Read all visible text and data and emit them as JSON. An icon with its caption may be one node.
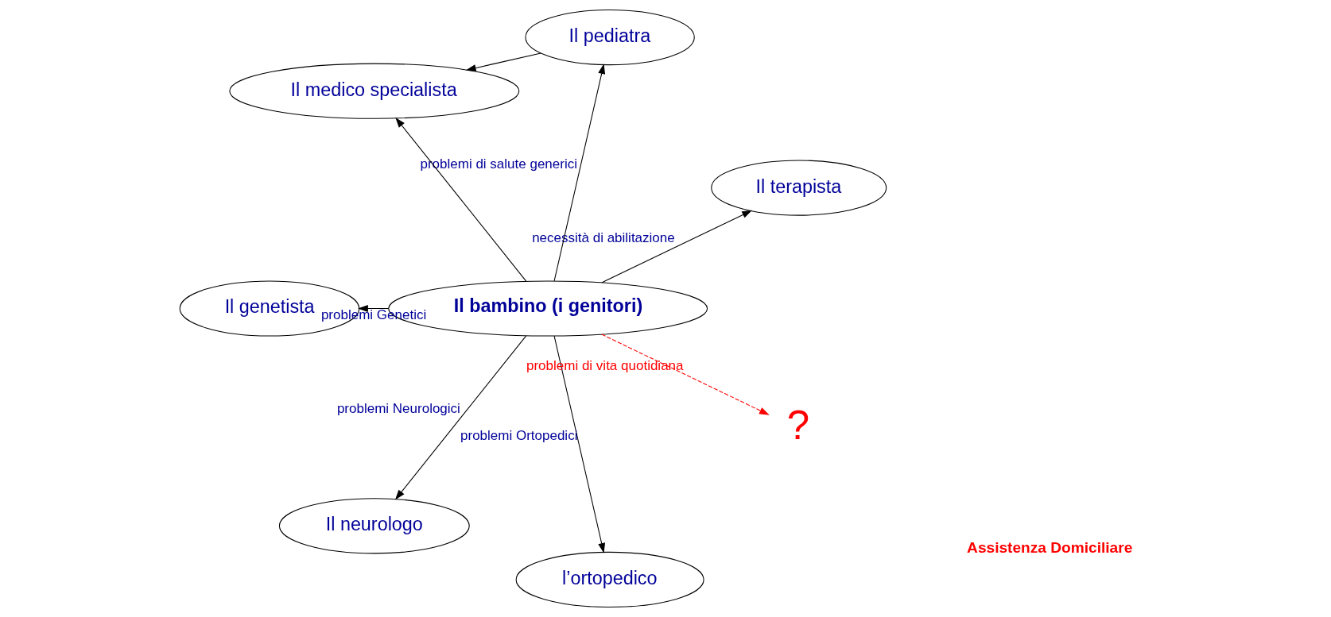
{
  "diagram": {
    "nodes": [
      {
        "text": [
          "Il bambino (i genitori)"
        ]
      },
      {
        "text": [
          "Il terapista"
        ]
      },
      {
        "text": [
          "Il pediatra"
        ]
      },
      {
        "text": [
          "Il medico specialista"
        ]
      },
      {
        "text": [
          "Il genetista"
        ]
      },
      {
        "text": [
          "Il neurologo"
        ]
      },
      {
        "text": [
          "l’ortopedico"
        ]
      },
      {
        "text": [
          "?"
        ]
      }
    ],
    "edges": [
      {
        "from": 0,
        "to": 1,
        "arrow": "to",
        "label": "necessità di abilitazione"
      },
      {
        "from": 0,
        "to": 2,
        "arrow": "to",
        "label": "problemi di salute generici"
      },
      {
        "from": 2,
        "to": 3,
        "arrow": "to"
      },
      {
        "from": 0,
        "to": 3,
        "arrow": "to"
      },
      {
        "from": 0,
        "to": 4,
        "arrow": "to",
        "label": "problemi Genetici"
      },
      {
        "from": 0,
        "to": 5,
        "arrow": "to",
        "label": "problemi Neurologici"
      },
      {
        "from": 0,
        "to": 6,
        "arrow": "to",
        "label": "problemi Ortopedici"
      },
      {
        "from": 0,
        "to": 7,
        "arrow": "to",
        "label": "problemi di vita quotidiana",
        "style": "dashed",
        "color": "#ff0000"
      }
    ],
    "labels": [
      "Assistenza Domiciliare"
    ]
  }
}
